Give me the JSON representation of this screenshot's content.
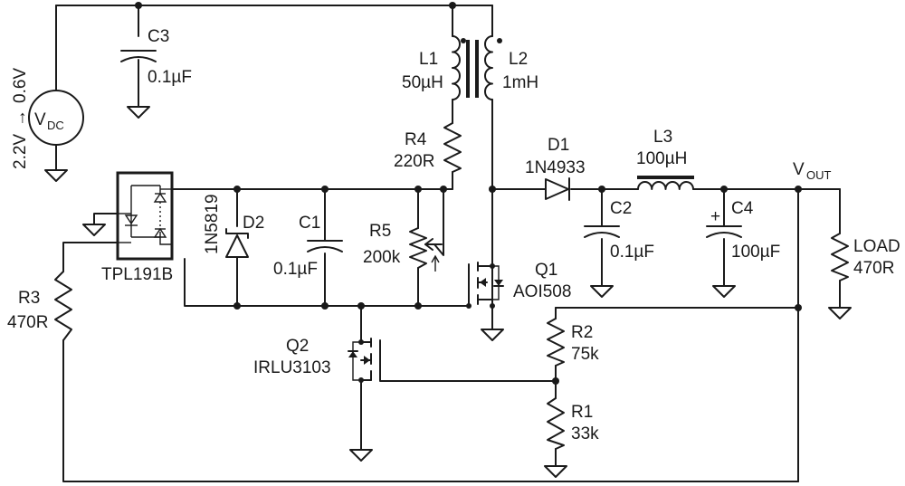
{
  "source": {
    "designator_main": "V",
    "designator_sub": "DC",
    "range_from": "2.2V",
    "range_to": "0.6V",
    "arrow": "→"
  },
  "components": {
    "c3": {
      "name": "C3",
      "value": "0.1µF"
    },
    "l1": {
      "name": "L1",
      "value": "50µH"
    },
    "l2": {
      "name": "L2",
      "value": "1mH"
    },
    "r4": {
      "name": "R4",
      "value": "220R"
    },
    "d1": {
      "name": "D1",
      "value": "1N4933"
    },
    "l3": {
      "name": "L3",
      "value": "100µH"
    },
    "vout": {
      "main": "V",
      "sub": "OUT"
    },
    "c2": {
      "name": "C2",
      "value": "0.1µF"
    },
    "c4": {
      "name": "C4",
      "value": "100µF",
      "polarity": "+"
    },
    "load": {
      "name": "LOAD",
      "value": "470R"
    },
    "tpl": {
      "name": "TPL191B"
    },
    "d2": {
      "name": "D2",
      "value": "1N5819"
    },
    "c1": {
      "name": "C1",
      "value": "0.1µF"
    },
    "r5": {
      "name": "R5",
      "value": "200k"
    },
    "q1": {
      "name": "Q1",
      "value": "AOI508"
    },
    "r3": {
      "name": "R3",
      "value": "470R"
    },
    "q2": {
      "name": "Q2",
      "value": "IRLU3103"
    },
    "r2": {
      "name": "R2",
      "value": "75k"
    },
    "r1": {
      "name": "R1",
      "value": "33k"
    }
  }
}
